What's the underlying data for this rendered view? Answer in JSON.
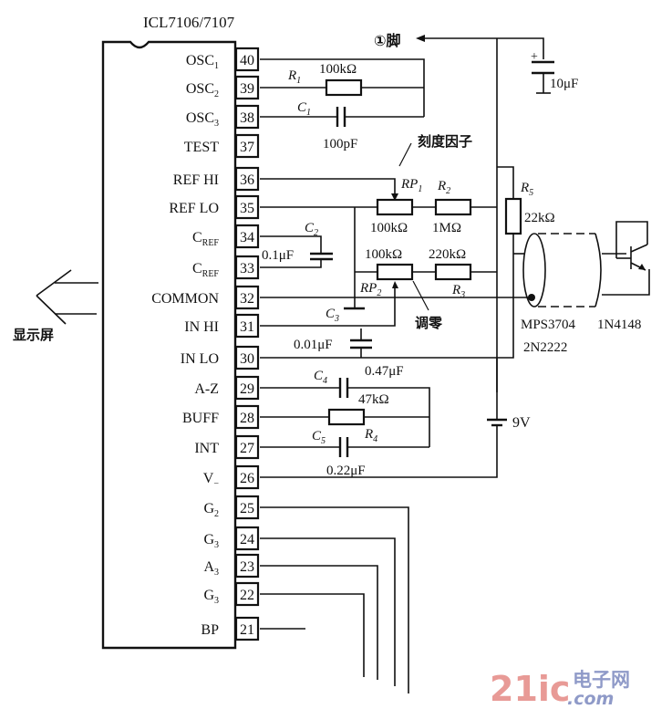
{
  "ic": {
    "title": "ICL7106/7107",
    "pins": [
      {
        "num": "40",
        "name": "OSC",
        "sub": "1"
      },
      {
        "num": "39",
        "name": "OSC",
        "sub": "2"
      },
      {
        "num": "38",
        "name": "OSC",
        "sub": "3"
      },
      {
        "num": "37",
        "name": "TEST",
        "sub": ""
      },
      {
        "num": "36",
        "name": "REF HI",
        "sub": ""
      },
      {
        "num": "35",
        "name": "REF LO",
        "sub": ""
      },
      {
        "num": "34",
        "name": "C",
        "sub": "REF"
      },
      {
        "num": "33",
        "name": "C",
        "sub": "REF"
      },
      {
        "num": "32",
        "name": "COMMON",
        "sub": ""
      },
      {
        "num": "31",
        "name": "IN HI",
        "sub": ""
      },
      {
        "num": "30",
        "name": "IN LO",
        "sub": ""
      },
      {
        "num": "29",
        "name": "A-Z",
        "sub": ""
      },
      {
        "num": "28",
        "name": "BUFF",
        "sub": ""
      },
      {
        "num": "27",
        "name": "INT",
        "sub": ""
      },
      {
        "num": "26",
        "name": "V",
        "sub": "−"
      },
      {
        "num": "25",
        "name": "G",
        "sub": "2"
      },
      {
        "num": "24",
        "name": "G",
        "sub": "3"
      },
      {
        "num": "23",
        "name": "A",
        "sub": "3"
      },
      {
        "num": "22",
        "name": "G",
        "sub": "3"
      },
      {
        "num": "21",
        "name": "BP",
        "sub": ""
      }
    ]
  },
  "labels": {
    "pin1": "①脚",
    "display": "显示屏",
    "scale_factor": "刻度因子",
    "zero_adjust": "调零"
  },
  "components": {
    "R1": {
      "ref": "R",
      "sub": "1",
      "value": "100kΩ"
    },
    "C1": {
      "ref": "C",
      "sub": "1",
      "value": "100pF"
    },
    "C2": {
      "ref": "C",
      "sub": "2",
      "value": "0.1μF"
    },
    "C3": {
      "ref": "C",
      "sub": "3",
      "value": "0.01μF"
    },
    "RP1": {
      "ref": "RP",
      "sub": "1",
      "value": "100kΩ"
    },
    "RP2": {
      "ref": "RP",
      "sub": "2",
      "value": "100kΩ"
    },
    "R2": {
      "ref": "R",
      "sub": "2",
      "value": "1MΩ"
    },
    "R3": {
      "ref": "R",
      "sub": "3",
      "value": "220kΩ"
    },
    "R4": {
      "ref": "R",
      "sub": "4",
      "value": "47kΩ"
    },
    "R5": {
      "ref": "R",
      "sub": "5",
      "value": "22kΩ"
    },
    "C4": {
      "ref": "C",
      "sub": "4",
      "value": "0.47μF"
    },
    "C5": {
      "ref": "C",
      "sub": "5",
      "value": "0.22μF"
    },
    "C_bulk": {
      "value": "10μF",
      "polarity": "+"
    },
    "battery": {
      "value": "9V"
    },
    "transistor": {
      "line1": "MPS3704",
      "line2": "2N2222"
    },
    "diode": {
      "value": "1N4148"
    }
  },
  "watermark": {
    "part1": "21ic",
    "part2": "电子网",
    "part3": ".com",
    "color1": "#e89a96",
    "color2": "#8f9ac8"
  }
}
